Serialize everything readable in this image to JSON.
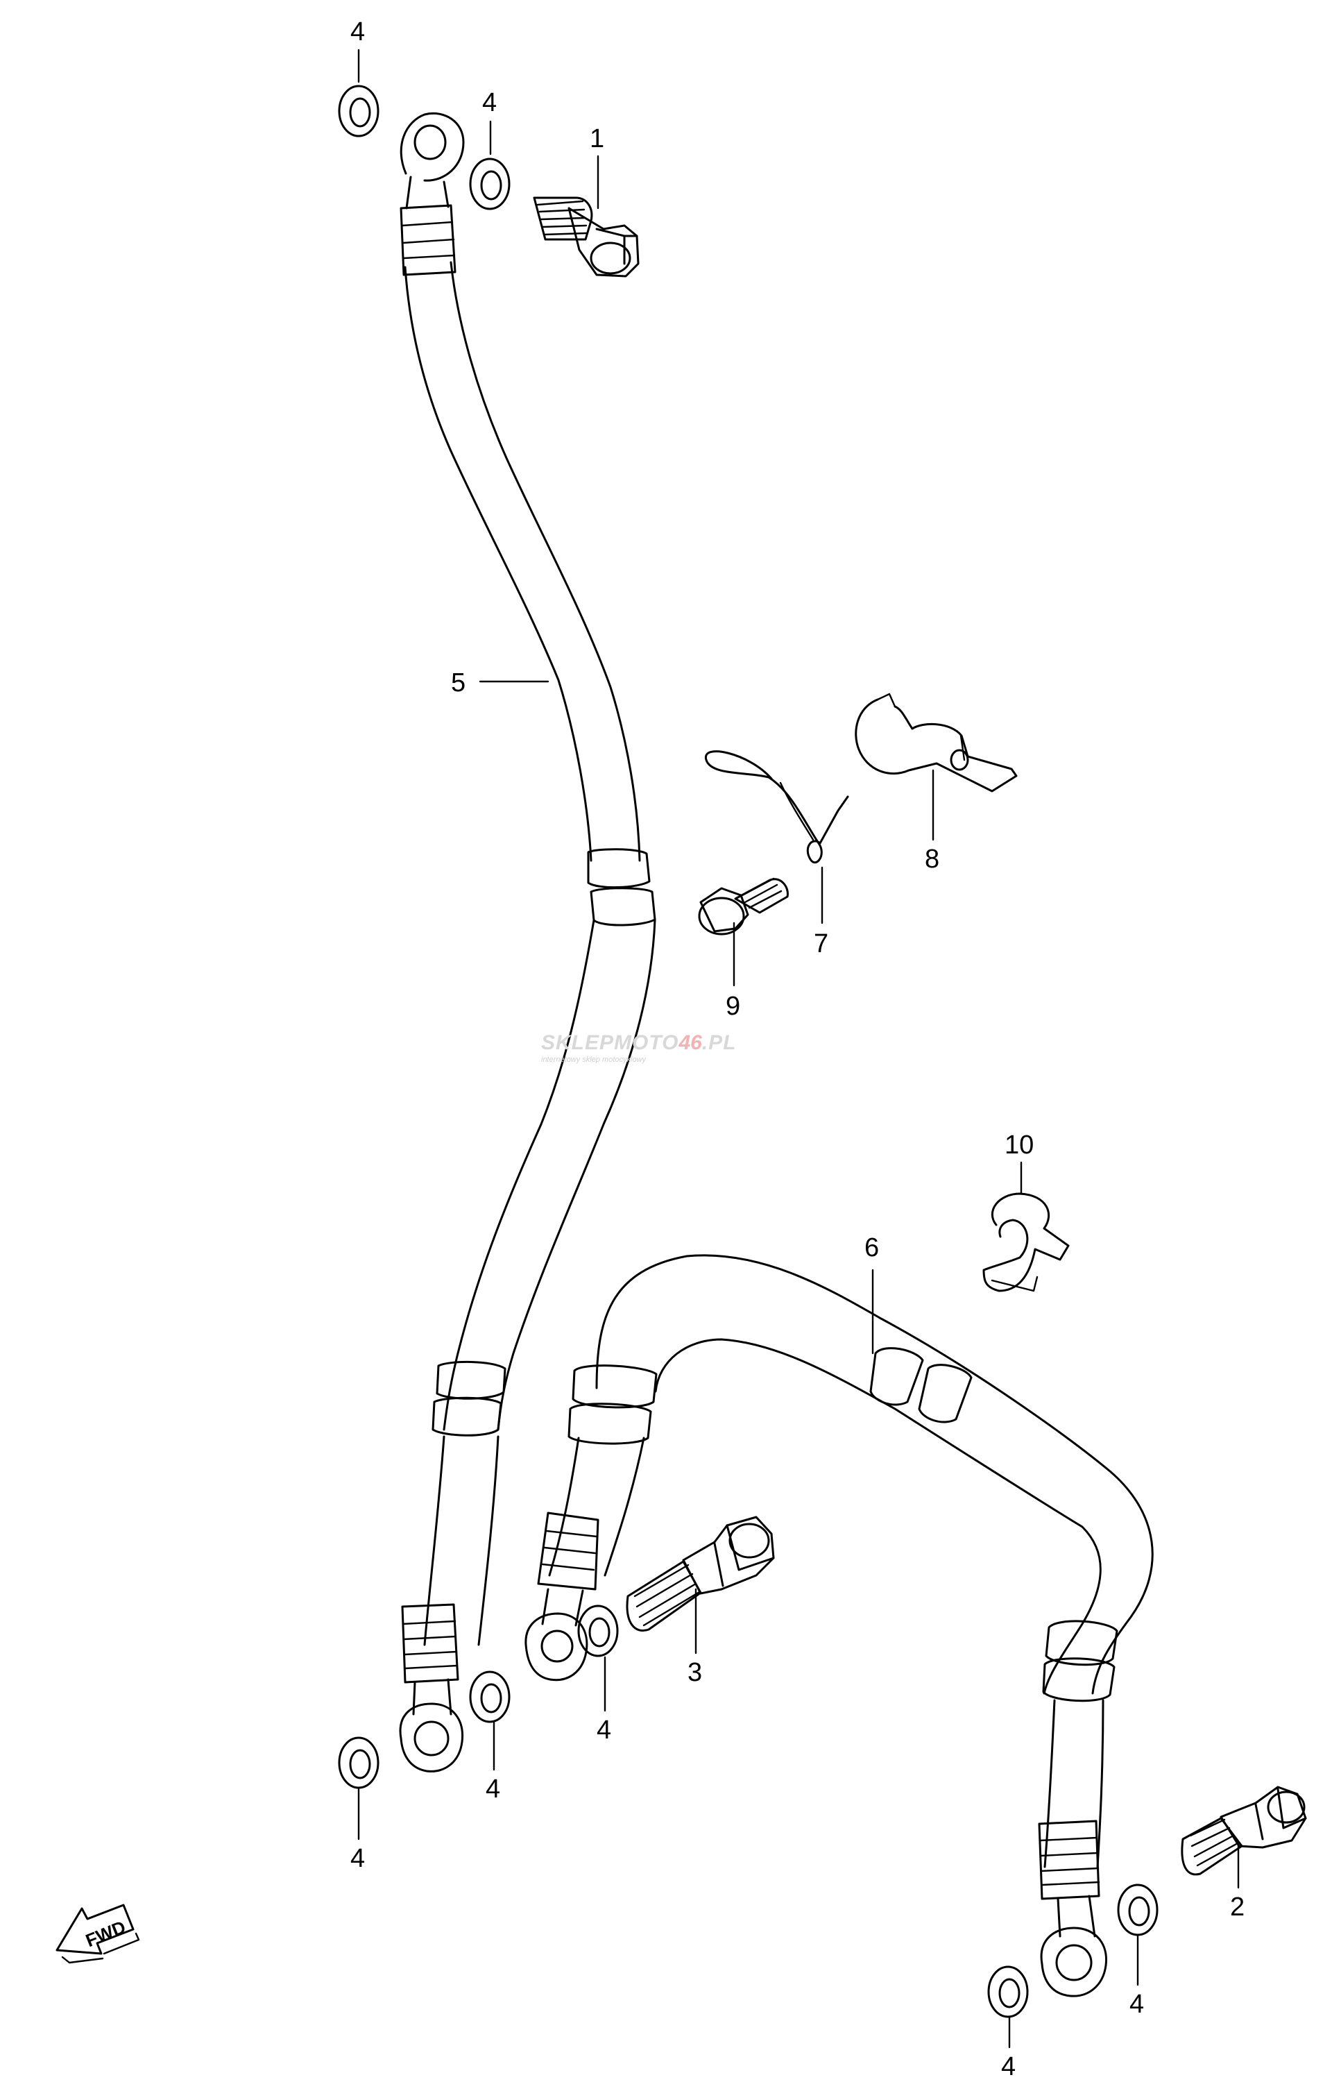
{
  "callouts": {
    "p1": "1",
    "p2": "2",
    "p3": "3",
    "p4": "4",
    "p5": "5",
    "p6": "6",
    "p7": "7",
    "p8": "8",
    "p9": "9",
    "p10": "10"
  },
  "watermark": {
    "brand_prefix": "SKLEPMOTO",
    "brand_number": "46",
    "brand_suffix": ".PL",
    "tagline": "internetowy sklep motocyklowy"
  },
  "fwd_label": "FWD"
}
